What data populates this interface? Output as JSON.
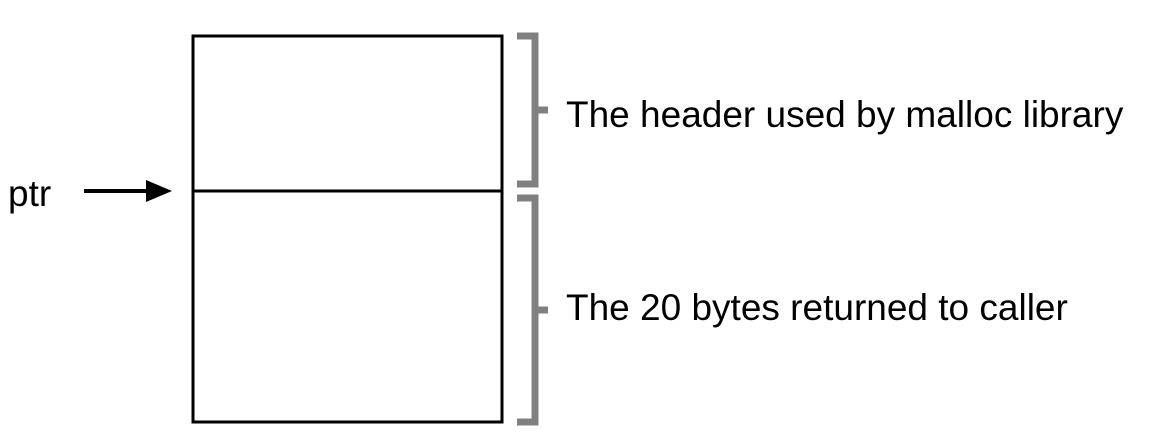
{
  "pointer": {
    "label": "ptr"
  },
  "regions": [
    {
      "id": "header",
      "label": "The header used by malloc library"
    },
    {
      "id": "payload",
      "label": "The 20 bytes returned to caller"
    }
  ],
  "colors": {
    "outline": "#000000",
    "bracket": "#808080",
    "background": "#ffffff"
  }
}
